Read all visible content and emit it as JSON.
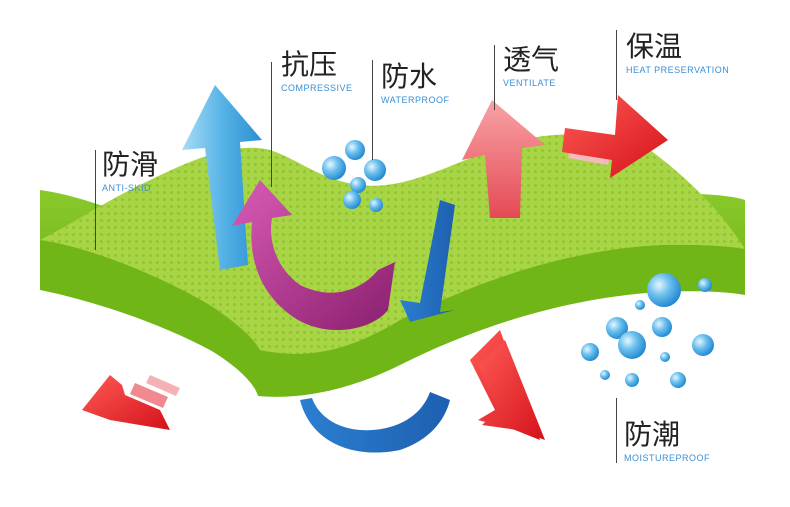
{
  "features": {
    "anti_skid": {
      "cn": "防滑",
      "en": "ANTI-SKID"
    },
    "compressive": {
      "cn": "抗压",
      "en": "COMPRESSIVE"
    },
    "waterproof": {
      "cn": "防水",
      "en": "WATERPROOF"
    },
    "ventilate": {
      "cn": "透气",
      "en": "VENTILATE"
    },
    "heat_preservation": {
      "cn": "保温",
      "en": "HEAT PRESERVATION"
    },
    "moistureproof": {
      "cn": "防潮",
      "en": "MOISTUREPROOF"
    }
  },
  "colors": {
    "slab_top": "#9ccf3c",
    "slab_side": "#74b818",
    "arrow_blue": "#4aa8e0",
    "arrow_red": "#e8252a",
    "arrow_pink": "#f07e86",
    "arrow_purple": "#b3308f",
    "drop_blue": "#3aa4e4",
    "label_en": "#3a8fd4"
  }
}
